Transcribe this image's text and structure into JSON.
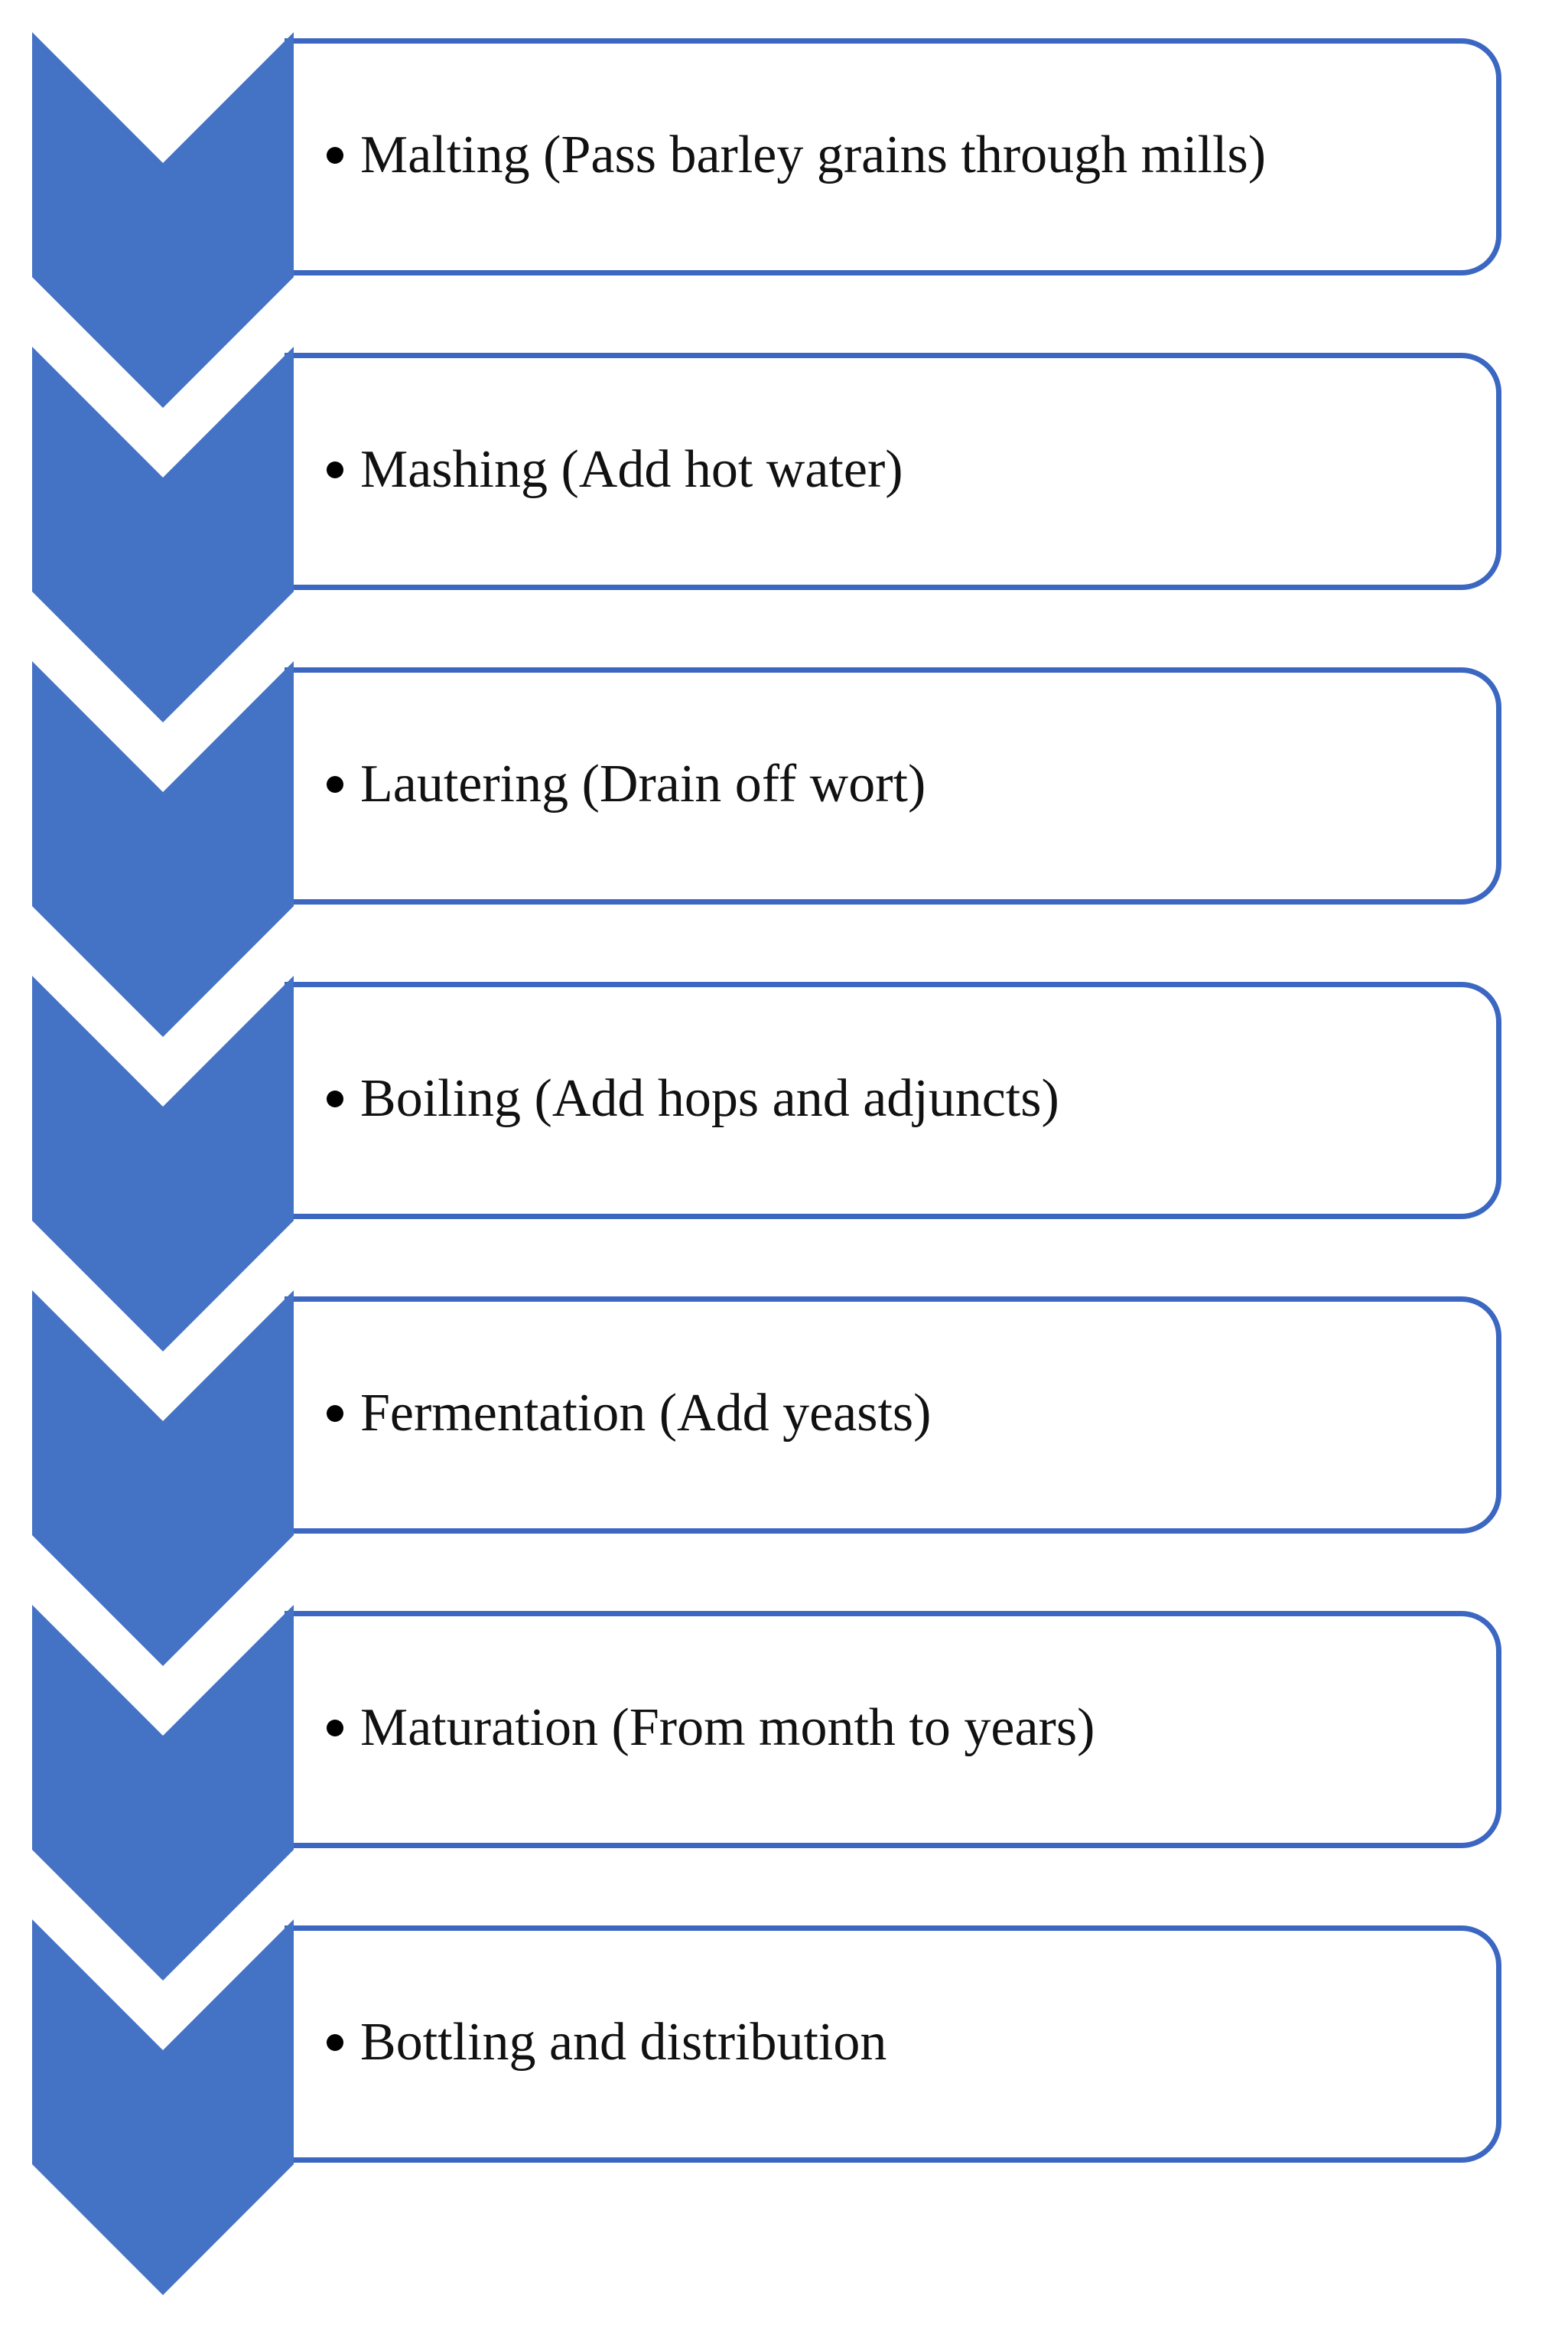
{
  "diagram": {
    "type": "vertical-chevron-process",
    "colors": {
      "chevron_fill": "#4472C4",
      "box_border": "#3B67C2",
      "box_fill": "#FFFFFF",
      "text": "#111111"
    },
    "steps": [
      {
        "label": "Malting (Pass barley grains through mills)"
      },
      {
        "label": "Mashing (Add hot water)"
      },
      {
        "label": "Lautering (Drain off wort)"
      },
      {
        "label": "Boiling (Add hops and adjuncts)"
      },
      {
        "label": "Fermentation (Add yeasts)"
      },
      {
        "label": "Maturation (From month to years)"
      },
      {
        "label": "Bottling and distribution"
      }
    ]
  }
}
